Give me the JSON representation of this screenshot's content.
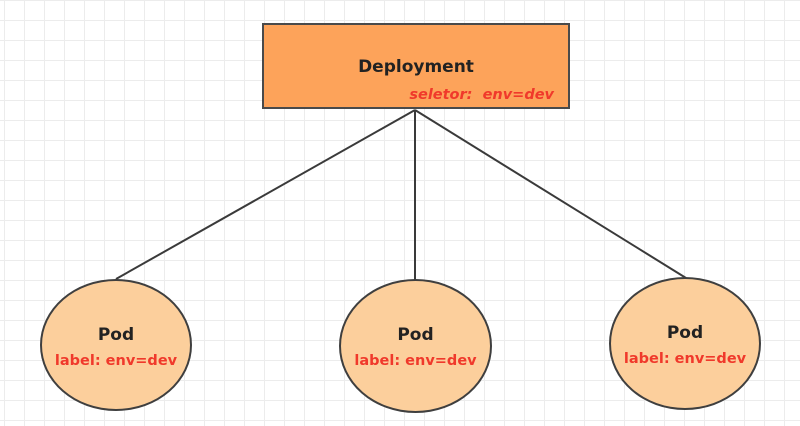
{
  "deployment": {
    "title": "Deployment",
    "selector": "seletor:  env=dev"
  },
  "pods": [
    {
      "title": "Pod",
      "label": "label: env=dev"
    },
    {
      "title": "Pod",
      "label": "label: env=dev"
    },
    {
      "title": "Pod",
      "label": "label: env=dev"
    }
  ],
  "colors": {
    "deployment_fill": "#fda35a",
    "pod_fill": "#fccf9c",
    "highlight_text": "#f0392b",
    "stroke": "#4a4a4a"
  }
}
